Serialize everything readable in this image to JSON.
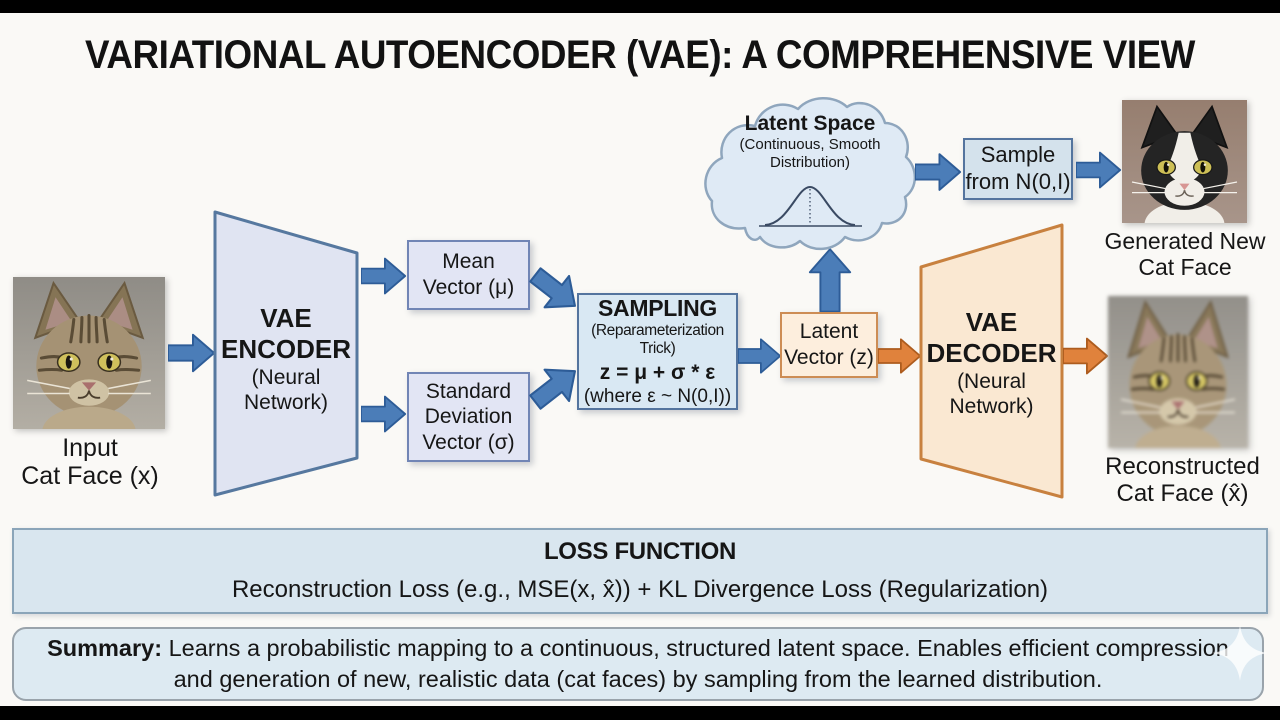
{
  "title": "VARIATIONAL AUTOENCODER (VAE): A COMPREHENSIVE VIEW",
  "input": {
    "label": "Input\nCat Face (x)"
  },
  "encoder": {
    "title": "VAE\nENCODER",
    "subtitle": "(Neural\nNetwork)"
  },
  "mean_vector": {
    "label": "Mean\nVector (μ)"
  },
  "std_vector": {
    "label": "Standard\nDeviation\nVector (σ)"
  },
  "sampling": {
    "title": "SAMPLING",
    "subtitle": "(Reparameterization Trick)",
    "formula": "z = μ + σ * ε",
    "condition": "(where ε ~ N(0,I))"
  },
  "latent_vector": {
    "label": "Latent\nVector (z)"
  },
  "latent_space": {
    "title": "Latent Space",
    "subtitle": "(Continuous, Smooth\nDistribution)"
  },
  "sample_box": {
    "label": "Sample\nfrom N(0,I)"
  },
  "generated": {
    "label": "Generated New\nCat Face"
  },
  "decoder": {
    "title": "VAE\nDECODER",
    "subtitle": "(Neural\nNetwork)"
  },
  "reconstructed": {
    "label": "Reconstructed\nCat Face (x̂)"
  },
  "loss": {
    "title": "LOSS FUNCTION",
    "formula": "Reconstruction Loss (e.g., MSE(x, x̂)) + KL Divergence Loss (Regularization)"
  },
  "summary": {
    "label": "Summary:",
    "text": " Learns a probabilistic mapping to a continuous, structured latent space. Enables efficient compression and generation of new, realistic data (cat faces) by sampling from the learned distribution."
  },
  "colors": {
    "blue_arrow": "#4b7db8",
    "blue_arrow_border": "#2d5c97",
    "orange_arrow": "#e0823c",
    "orange_arrow_border": "#ad5c1e",
    "encoder_fill": "#e0e4f2",
    "encoder_border": "#56789f",
    "decoder_fill": "#fae8d2",
    "decoder_border": "#c8813f",
    "cloud_fill": "#dfeaf5",
    "cloud_border": "#8fa6bd",
    "loss_fill": "#d9e6ef",
    "summary_fill": "#ddeaf2"
  }
}
